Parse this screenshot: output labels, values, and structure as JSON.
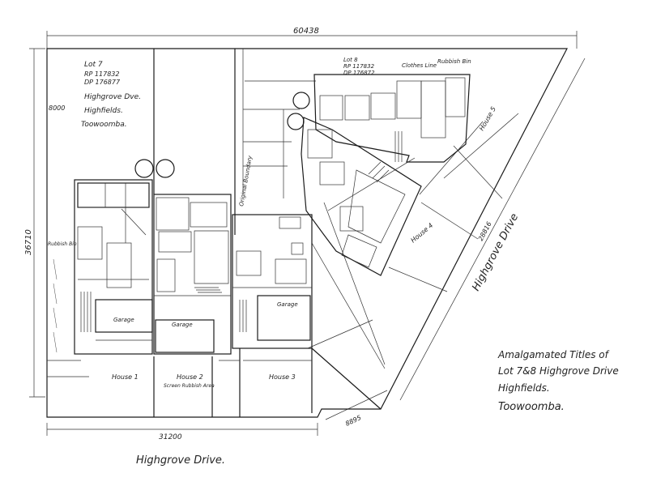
{
  "dimensions": {
    "top": "60438",
    "left": "36710",
    "left_inner": "8000",
    "bottom": "31200",
    "diag": "28816",
    "corner": "8895"
  },
  "lot_note": {
    "line1": "Lot 7",
    "line2": "RP 117832",
    "line3": "DP 176877",
    "line4": "Highgrove Dve.",
    "line5": "Highfields.",
    "line6": "Toowoomba."
  },
  "lot8_note": {
    "line1": "Lot 8",
    "line2": "RP 117832",
    "line3": "DP 176872"
  },
  "labels": {
    "clothes_line": "Clothes Line",
    "rubbish_bin_top": "Rubbish Bin",
    "rubbish_bin_left": "Rubbish Bin",
    "rubbish_area": "Screen Rubbish Area",
    "boundary": "Original Boundary",
    "garage1": "Garage",
    "garage2": "Garage",
    "garage3": "Garage",
    "house1": "House 1",
    "house2": "House 2",
    "house3": "House 3",
    "house4": "House 4",
    "house5": "House 5",
    "street_bottom": "Highgrove Drive.",
    "street_diag": "Highgrove Drive"
  },
  "title_block": {
    "line1": "Amalgamated Titles of",
    "line2": "Lot 7&8 Highgrove Drive",
    "line3": "Highfields.",
    "line4": "Toowoomba."
  },
  "colors": {
    "ink": "#1b1b1b",
    "paper": "#ffffff"
  }
}
